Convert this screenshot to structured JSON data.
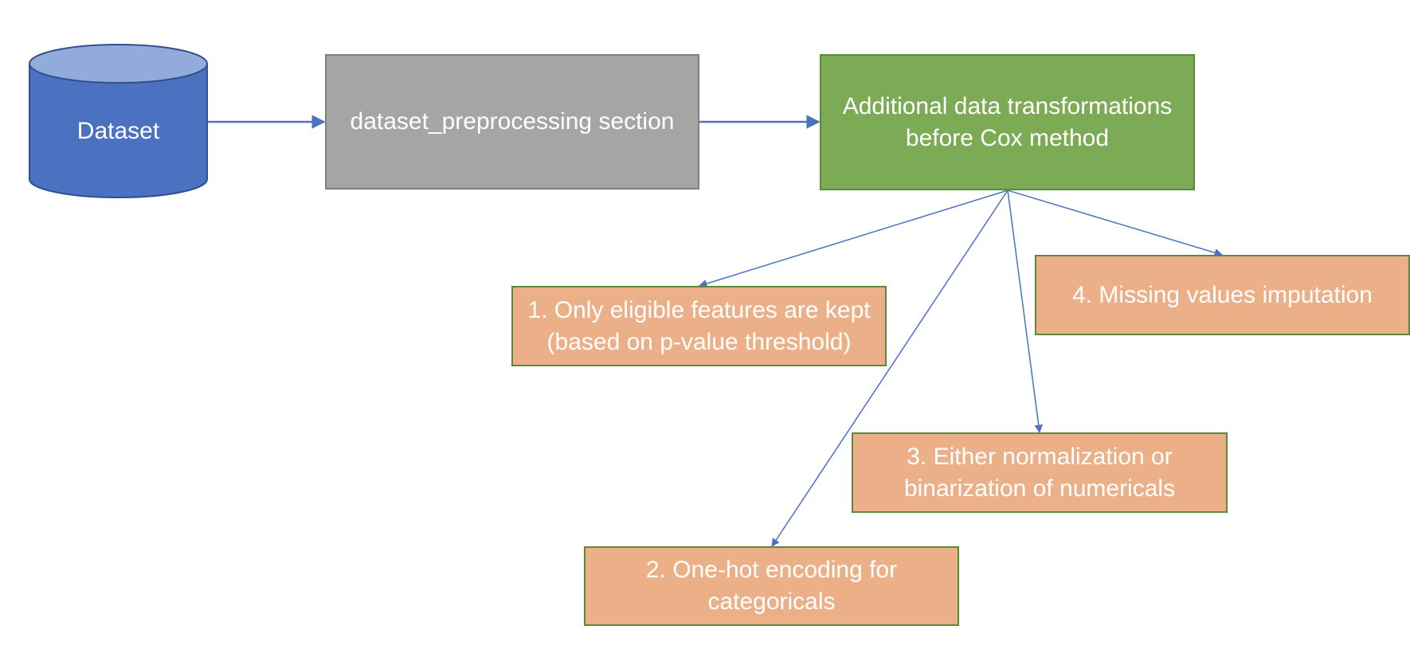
{
  "nodes": {
    "dataset": {
      "label": "Dataset"
    },
    "preprocessing": {
      "label": "dataset_preprocessing section"
    },
    "transformations": {
      "lines": [
        "Additional data transformations",
        "before Cox method"
      ]
    },
    "step1": {
      "lines": [
        "1. Only eligible features are kept",
        "(based on p-value threshold)"
      ]
    },
    "step2": {
      "lines": [
        "2. One-hot encoding for",
        "categoricals"
      ]
    },
    "step3": {
      "lines": [
        "3. Either normalization or",
        "binarization of numericals"
      ]
    },
    "step4": {
      "lines": [
        "4. Missing values imputation"
      ]
    }
  },
  "colors": {
    "database_fill": "#4a72c0",
    "database_top": "#92abdb",
    "database_stroke": "#2f4f8f",
    "preprocessing_fill": "#a5a5a5",
    "transformations_fill": "#7dab55",
    "step_fill": "#ebb088",
    "step_border": "#5c8a3c",
    "arrow": "#4a72c0"
  }
}
